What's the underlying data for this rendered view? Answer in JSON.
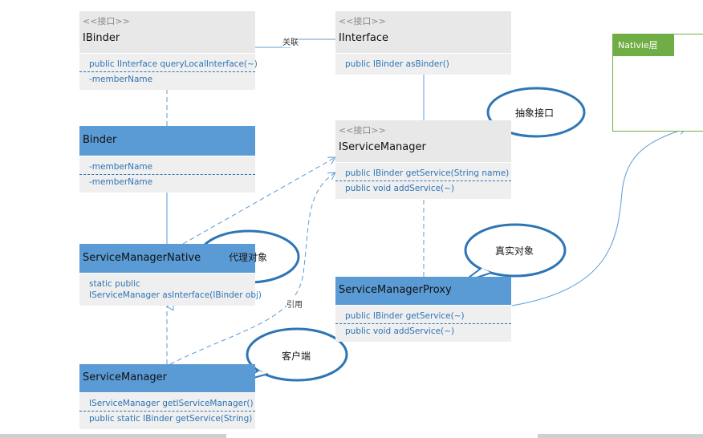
{
  "ibinder": {
    "stereotype": "<<接口>>",
    "name": "IBinder",
    "rows": [
      "public IInterface queryLocalInterface(~)",
      "-memberName"
    ]
  },
  "iinterface": {
    "stereotype": "<<接口>>",
    "name": "IInterface",
    "rows": [
      "public IBinder asBinder()"
    ]
  },
  "binder": {
    "name": "Binder",
    "rows": [
      "-memberName",
      "-memberName"
    ]
  },
  "iservicemanager": {
    "stereotype": "<<接口>>",
    "name": "IServiceManager",
    "rows": [
      "public IBinder getService(String name)",
      "public void addService(~)"
    ]
  },
  "smnative": {
    "name": "ServiceManagerNative",
    "rows": [
      "static public\nIServiceManager asInterface(IBinder obj)"
    ]
  },
  "smproxy": {
    "name": "ServiceManagerProxy",
    "rows": [
      "public IBinder getService(~)",
      "public void addService(~)"
    ]
  },
  "servicemanager": {
    "name": "ServiceManager",
    "rows": [
      "IServiceManager getIServiceManager()",
      "public static IBinder getService(String)"
    ]
  },
  "callouts": {
    "abstract": "抽象接口",
    "proxy": "代理对象",
    "real": "真实对象",
    "client": "客户端"
  },
  "labels": {
    "association": "关联",
    "reference": "引用"
  },
  "native": {
    "title": "Nativie层"
  },
  "colors": {
    "blue_header": "#5b9bd5",
    "gray_header": "#e8e8e8",
    "member_text": "#2e74b5",
    "native_green": "#70ad47",
    "callout_fill": "#2e75b6",
    "callout_border": "#375623"
  }
}
